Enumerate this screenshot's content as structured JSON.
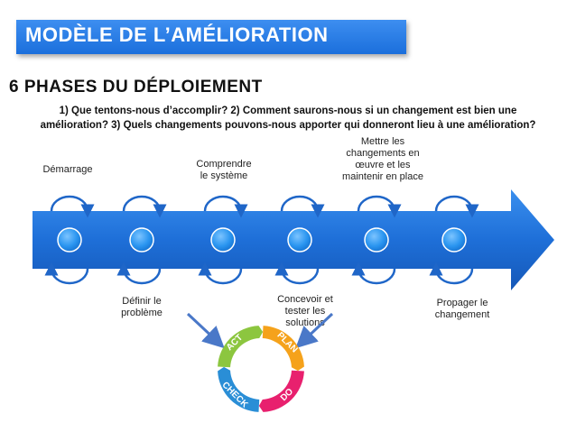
{
  "header": {
    "title": "MODÈLE DE L’AMÉLIORATION",
    "subtitle": "6 PHASES DU DÉPLOIEMENT",
    "questions_line1": "1) Que tentons-nous d’accomplir? 2) Comment saurons-nous si un changement est bien une",
    "questions_line2": "amélioration? 3) Quels changements pouvons-nous apporter qui donneront lieu à une amélioration?"
  },
  "phases_top": [
    {
      "lines": [
        "Démarrage"
      ]
    },
    {
      "lines": [
        "Comprendre",
        "le système"
      ]
    },
    {
      "lines": [
        "Mettre les",
        "changements en",
        "œuvre et les",
        "maintenir en place"
      ]
    }
  ],
  "phases_bottom": [
    {
      "lines": [
        "Définir le",
        "problème"
      ]
    },
    {
      "lines": [
        "Concevoir et",
        "tester les",
        "solutions"
      ]
    },
    {
      "lines": [
        "Propager le",
        "changement"
      ]
    }
  ],
  "pdca": {
    "segments": [
      {
        "label": "PLAN",
        "color": "#f5a21b"
      },
      {
        "label": "DO",
        "color": "#e8206e"
      },
      {
        "label": "CHECK",
        "color": "#2a8ed6"
      },
      {
        "label": "ACT",
        "color": "#8cc63f"
      }
    ]
  },
  "colors": {
    "banner": "#1b6fdc",
    "arrow": "#1f6fd6",
    "circle": "#1e8ff0",
    "pointer": "#4a78c8"
  }
}
